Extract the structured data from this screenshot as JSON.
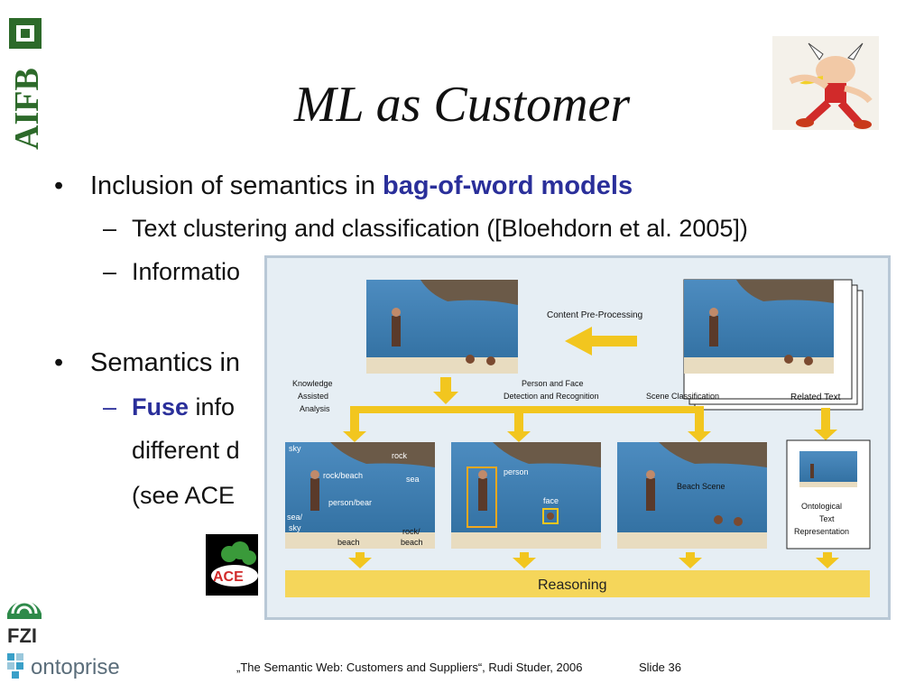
{
  "slide": {
    "title": "ML as Customer",
    "bullets": [
      {
        "prefix": "Inclusion of semantics in ",
        "highlight": "bag-of-word models",
        "subs": [
          "Text clustering and classification ([Bloehdorn et al. 2005])",
          "Informatio"
        ]
      },
      {
        "prefix": "Semantics in",
        "subs": [
          {
            "highlight": "Fuse",
            "rest": " info"
          }
        ],
        "continuation": [
          "different d",
          "(see ACE"
        ]
      }
    ],
    "footer": "„The Semantic Web: Customers and Suppliers“, Rudi Studer, 2006",
    "slide_number": "Slide 36"
  },
  "logos": {
    "aifb": "AIFB",
    "fzi": "FZI",
    "ontoprise": "ontoprise",
    "ace": "ACE"
  },
  "figure": {
    "content_preprocessing": "Content Pre-Processing",
    "knowledge_analysis": [
      "Knowledge",
      "Assisted",
      "Analysis"
    ],
    "person_face": [
      "Person and Face",
      "Detection and Recognition"
    ],
    "scene_classification": "Scene Classification",
    "related_text": "Related Text",
    "region_labels": [
      "sky",
      "rock",
      "rock/beach",
      "sea",
      "person/bear",
      "sea/",
      "sky",
      "beach",
      "rock/",
      "beach"
    ],
    "person": "person",
    "face": "face",
    "beach_scene": "Beach Scene",
    "ontological": [
      "Ontological",
      "Text",
      "Representation"
    ],
    "reasoning": "Reasoning"
  },
  "colors": {
    "highlight": "#2a2f9a",
    "arrow": "#f2c61f",
    "sea": "#3f7fb0",
    "aifb_green": "#2d6a2a"
  }
}
